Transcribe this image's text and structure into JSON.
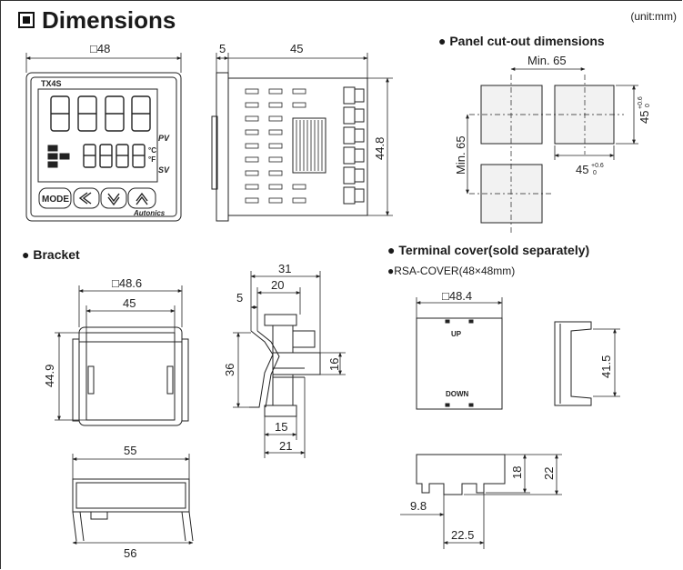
{
  "header": {
    "title": "Dimensions",
    "unit": "(unit:mm)"
  },
  "sections": {
    "panel_cutout": "● Panel cut-out dimensions",
    "bracket": "● Bracket",
    "terminal_cover": "● Terminal cover(sold separately)",
    "cover_model": "●RSA-COVER(48×48mm)"
  },
  "front_panel": {
    "model": "TX4S",
    "pv_label": "PV",
    "sv_label": "SV",
    "deg_c": "°C",
    "deg_f": "°F",
    "mode_key": "MODE",
    "brand": "Autonics"
  },
  "dimensions": {
    "front_width": "□48",
    "side_depth_front": "5",
    "side_depth": "45",
    "side_height": "44.8",
    "cutout_min_h": "Min. 65",
    "cutout_min_v": "Min. 65",
    "cutout_h": "45",
    "cutout_h_tol_upper": "+0.6",
    "cutout_h_tol_lower": "0",
    "cutout_v": "45",
    "cutout_v_tol_upper": "+0.6",
    "cutout_v_tol_lower": "0",
    "bracket_outer": "□48.6",
    "bracket_inner": "45",
    "bracket_height": "44.9",
    "bracket_side_total": "31",
    "bracket_side_20": "20",
    "bracket_side_5": "5",
    "bracket_side_36": "36",
    "bracket_side_16": "16",
    "bracket_side_15": "15",
    "bracket_side_21": "21",
    "bracket_bottom_55": "55",
    "bracket_bottom_56": "56",
    "cover_width": "□48.4",
    "cover_up": "UP",
    "cover_down": "DOWN",
    "cover_side_height": "41.5",
    "cover_18": "18",
    "cover_22": "22",
    "cover_9_8": "9.8",
    "cover_22_5": "22.5"
  }
}
